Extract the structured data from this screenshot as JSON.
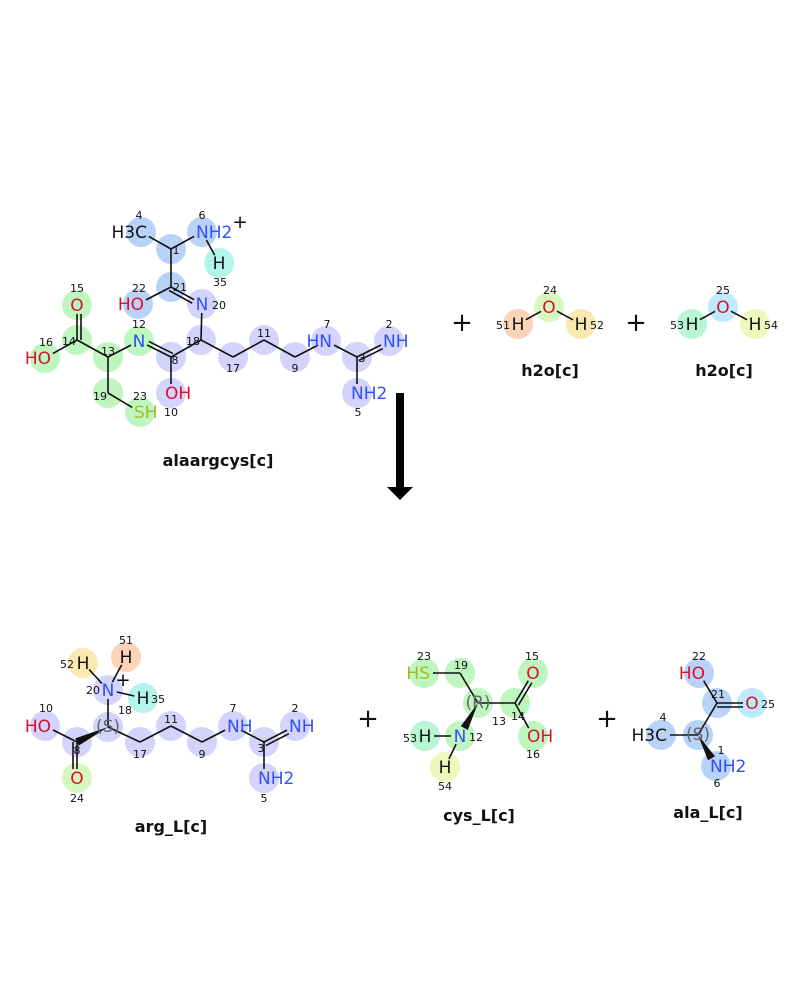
{
  "reaction": {
    "plus_sign": "+",
    "reactants": [
      "alaargcys",
      "h2o_a",
      "h2o_b"
    ],
    "products": [
      "arg",
      "cys",
      "ala"
    ]
  },
  "molecules": {
    "alaargcys": {
      "name": "alaargcys[c]",
      "atoms": {
        "4": {
          "label": "H3C",
          "color": "#b9d3f8"
        },
        "1": {
          "label": "",
          "color": "#b9d3f8"
        },
        "6": {
          "label": "NH2",
          "color": "#b9d3f8",
          "charge": "+"
        },
        "35": {
          "label": "H",
          "color": "#b3f5ea"
        },
        "21": {
          "label": "",
          "color": "#b9d3f8"
        },
        "22": {
          "label": "HO",
          "color": "#b9d3f8"
        },
        "20": {
          "label": "N",
          "color": "#d3d3fb"
        },
        "18": {
          "label": "",
          "color": "#d3d3fb"
        },
        "8": {
          "label": "",
          "color": "#d3d3fb"
        },
        "10": {
          "label": "OH",
          "color": "#d3d3fb"
        },
        "12": {
          "label": "N",
          "color": "#bff5bf"
        },
        "13": {
          "label": "",
          "color": "#bff5bf"
        },
        "14": {
          "label": "",
          "color": "#bff5bf"
        },
        "15": {
          "label": "O",
          "color": "#bff5bf"
        },
        "16": {
          "label": "HO",
          "color": "#bff5bf"
        },
        "19": {
          "label": "",
          "color": "#bff5bf"
        },
        "23": {
          "label": "SH",
          "color": "#bff5bf"
        },
        "17": {
          "label": "",
          "color": "#d3d3fb"
        },
        "11": {
          "label": "",
          "color": "#d3d3fb"
        },
        "9": {
          "label": "",
          "color": "#d3d3fb"
        },
        "7": {
          "label": "HN",
          "color": "#d3d3fb"
        },
        "3": {
          "label": "",
          "color": "#d3d3fb"
        },
        "2": {
          "label": "NH",
          "color": "#d3d3fb"
        },
        "5": {
          "label": "NH2",
          "color": "#d3d3fb"
        }
      }
    },
    "h2o_a": {
      "name": "h2o[c]",
      "atoms": {
        "24": {
          "label": "O",
          "color": "#d7f7bf"
        },
        "51": {
          "label": "H",
          "color": "#fcd2b8"
        },
        "52": {
          "label": "H",
          "color": "#fbeab0"
        }
      }
    },
    "h2o_b": {
      "name": "h2o[c]",
      "atoms": {
        "25": {
          "label": "O",
          "color": "#bdebfb"
        },
        "53": {
          "label": "H",
          "color": "#b8f5d2"
        },
        "54": {
          "label": "H",
          "color": "#eef8bd"
        }
      }
    },
    "arg": {
      "name": "arg_L[c]",
      "atoms": {
        "20": {
          "label": "N",
          "color": "#d3d3fb",
          "charge": "+"
        },
        "52": {
          "label": "H",
          "color": "#fbeab0"
        },
        "51": {
          "label": "H",
          "color": "#fcd2b8"
        },
        "35": {
          "label": "H",
          "color": "#b3f5ea"
        },
        "18": {
          "label": "(S)",
          "color": "#d3d3fb"
        },
        "10": {
          "label": "HO",
          "color": "#d3d3fb"
        },
        "8": {
          "label": "",
          "color": "#d3d3fb"
        },
        "24": {
          "label": "O",
          "color": "#d7f7bf"
        },
        "17": {
          "label": "",
          "color": "#d3d3fb"
        },
        "11": {
          "label": "",
          "color": "#d3d3fb"
        },
        "9": {
          "label": "",
          "color": "#d3d3fb"
        },
        "7": {
          "label": "NH",
          "color": "#d3d3fb"
        },
        "3": {
          "label": "",
          "color": "#d3d3fb"
        },
        "2": {
          "label": "NH",
          "color": "#d3d3fb"
        },
        "5": {
          "label": "NH2",
          "color": "#d3d3fb"
        }
      }
    },
    "cys": {
      "name": "cys_L[c]",
      "atoms": {
        "23": {
          "label": "HS",
          "color": "#bff5bf"
        },
        "19": {
          "label": "",
          "color": "#bff5bf"
        },
        "13": {
          "label": "(R)",
          "color": "#bff5bf"
        },
        "14": {
          "label": "",
          "color": "#bff5bf"
        },
        "15": {
          "label": "O",
          "color": "#bff5bf"
        },
        "16": {
          "label": "OH",
          "color": "#bff5bf"
        },
        "12": {
          "label": "N",
          "color": "#bff5bf"
        },
        "53": {
          "label": "H",
          "color": "#b8f5d2"
        },
        "54": {
          "label": "H",
          "color": "#eef8bd"
        }
      }
    },
    "ala": {
      "name": "ala_L[c]",
      "atoms": {
        "22": {
          "label": "HO",
          "color": "#b9d3f8"
        },
        "21": {
          "label": "",
          "color": "#b9d3f8"
        },
        "25": {
          "label": "O",
          "color": "#bdebfb"
        },
        "1": {
          "label": "(S)",
          "color": "#b9d3f8"
        },
        "4": {
          "label": "H3C",
          "color": "#b9d3f8"
        },
        "6": {
          "label": "NH2",
          "color": "#b9d3f8"
        }
      }
    }
  }
}
